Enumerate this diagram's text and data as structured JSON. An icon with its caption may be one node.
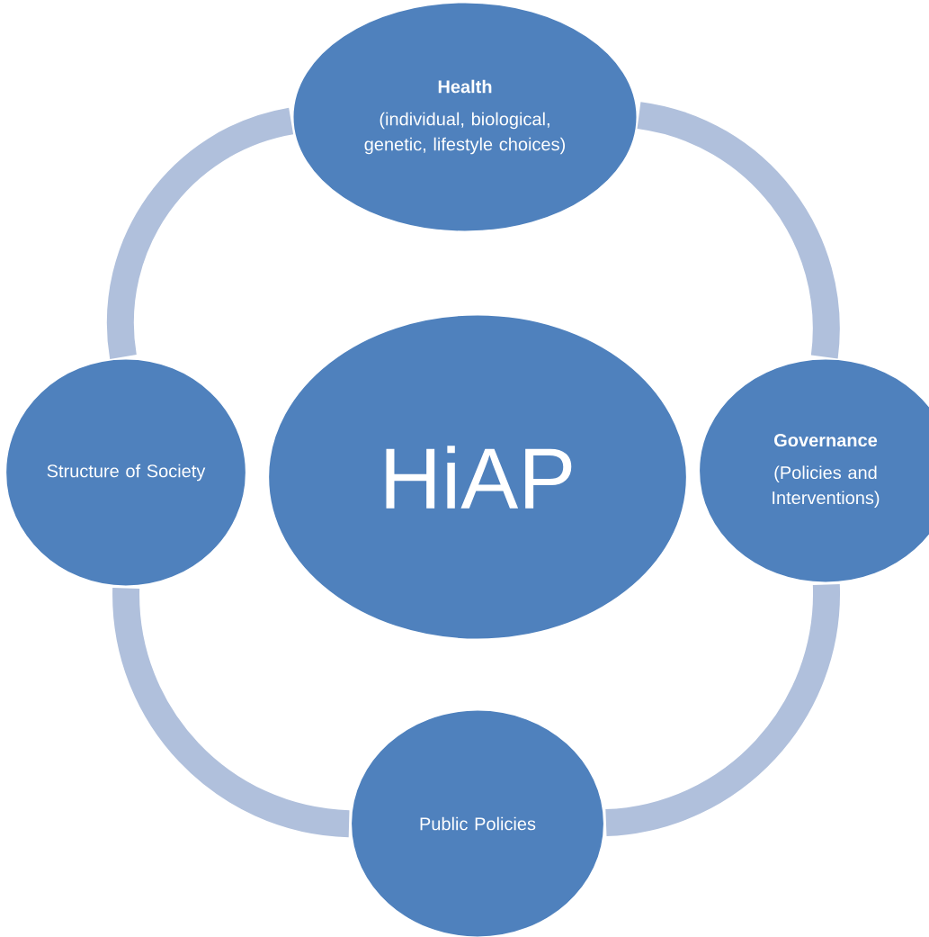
{
  "diagram": {
    "nodes": [
      {
        "text": [
          "Health",
          "(individual, biological, genetic, lifestyle choices)"
        ]
      },
      {
        "text": [
          "Structure of Society"
        ]
      },
      {
        "text": [
          "HiAP"
        ]
      },
      {
        "text": [
          "Governance",
          "(Policies and Interventions)"
        ]
      },
      {
        "text": [
          "Public Policies"
        ]
      }
    ],
    "edges": [
      {
        "from": 0,
        "to": 3,
        "arrow": "none"
      },
      {
        "from": 3,
        "to": 4,
        "arrow": "none"
      },
      {
        "from": 4,
        "to": 1,
        "arrow": "none"
      },
      {
        "from": 1,
        "to": 0,
        "arrow": "none"
      }
    ]
  }
}
